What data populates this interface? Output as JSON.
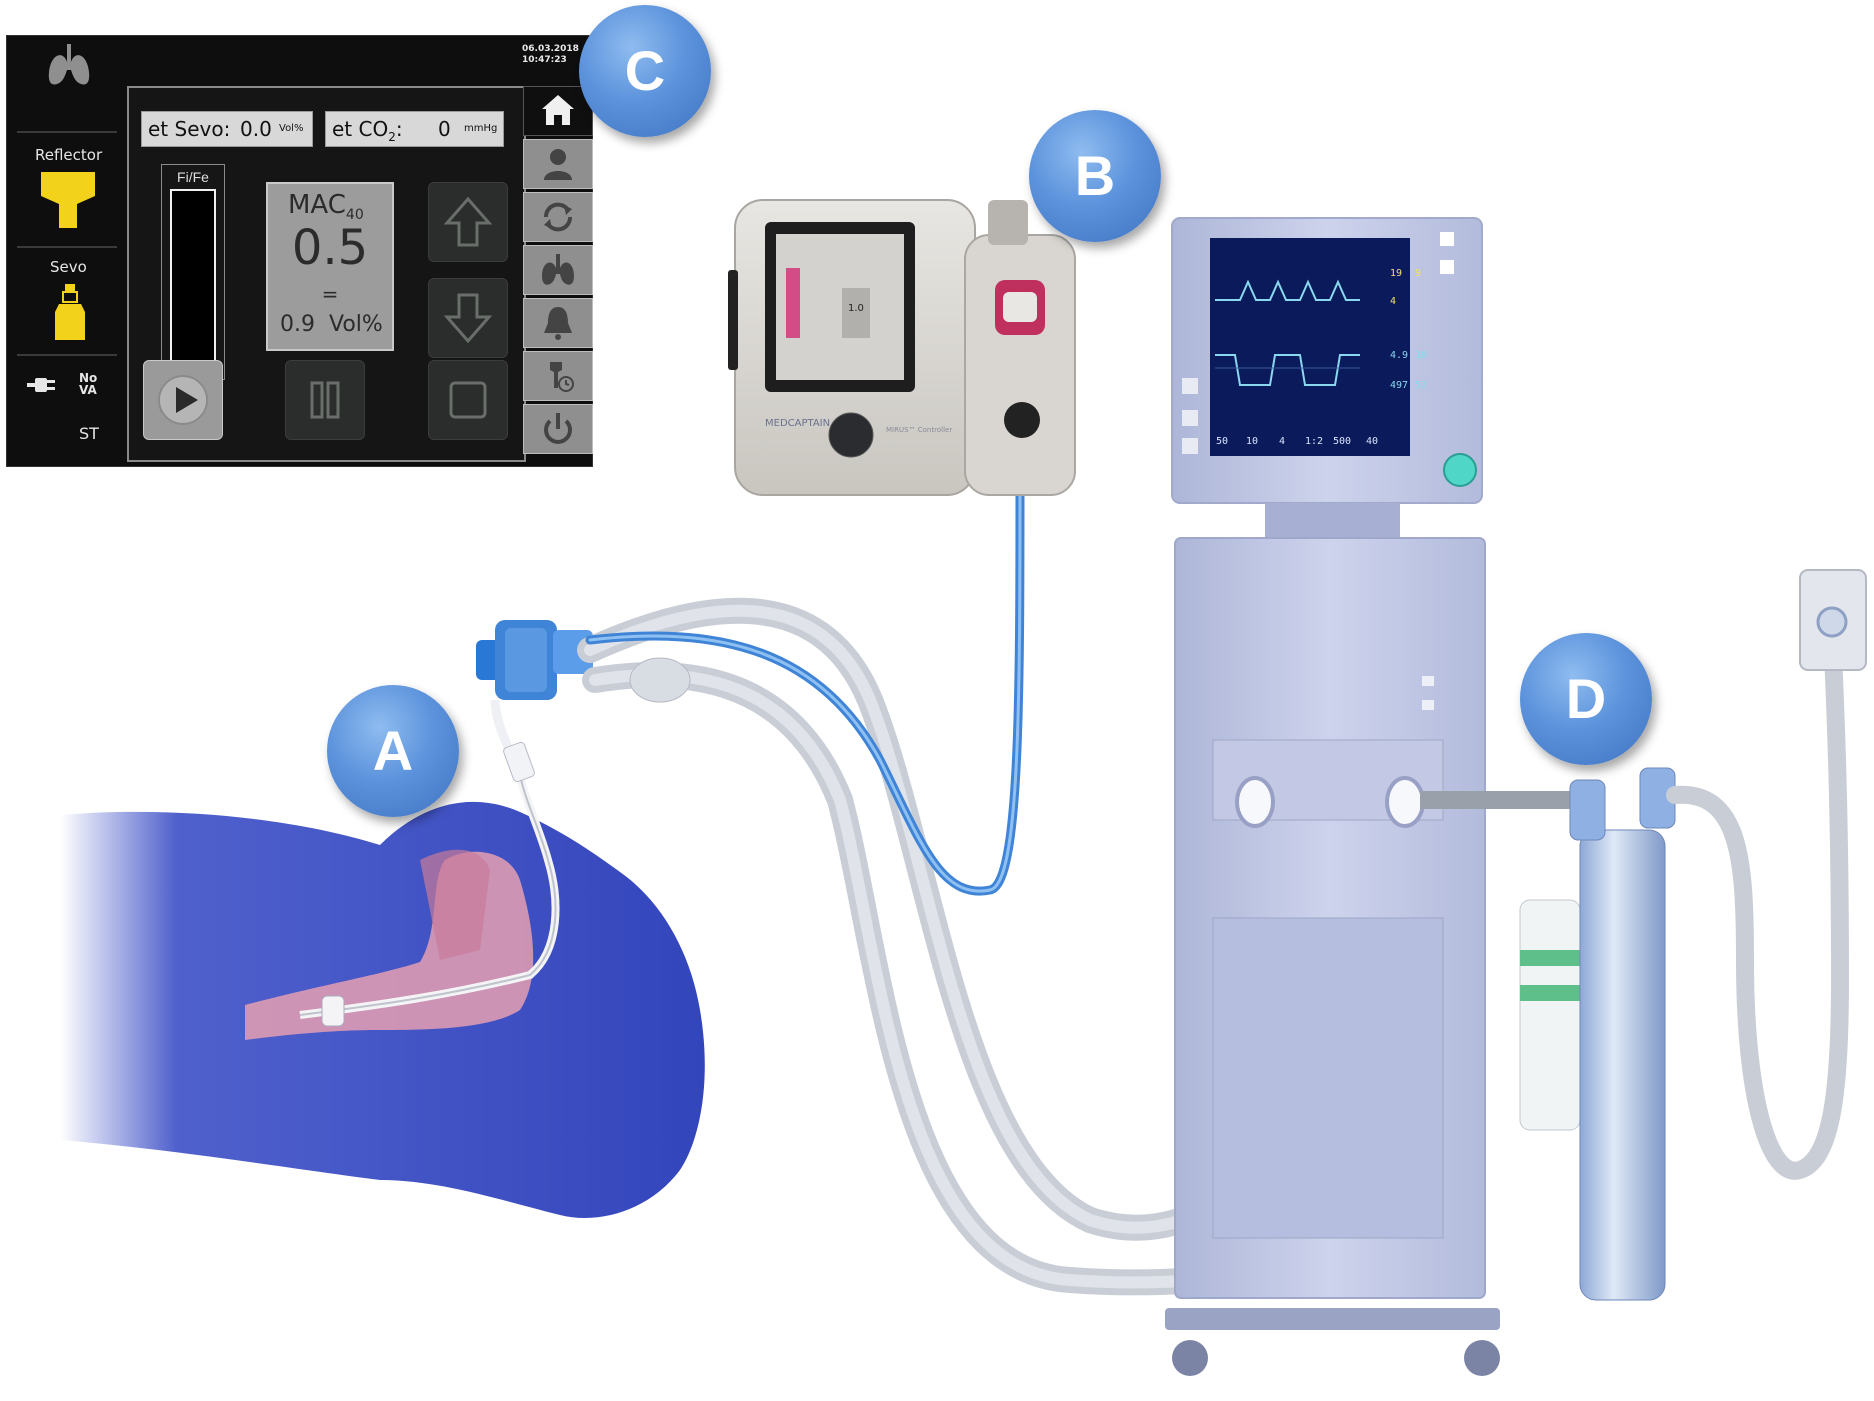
{
  "badges": {
    "a": "A",
    "b": "B",
    "c": "C",
    "d": "D"
  },
  "screen": {
    "date": "06.03.2018",
    "time": "10:47:23",
    "reflector_label": "Reflector",
    "sevo_label": "Sevo",
    "nova_top": "No",
    "nova_bottom": "VA",
    "st_label": "ST",
    "et_sevo": {
      "label": "et Sevo:",
      "value": "0.0",
      "unit": "Vol%"
    },
    "et_co2": {
      "label": "et CO",
      "sub": "2",
      "colon": ":",
      "value": "0",
      "unit": "mmHg"
    },
    "fife_label": "Fi/Fe",
    "mac": {
      "label": "MAC",
      "sub": "40",
      "value": "0.5",
      "equals": "=",
      "vol_value": "0.9",
      "vol_unit": "Vol%"
    }
  },
  "controller": {
    "brand": "MEDCAPTAIN",
    "model": "MIRUS™ Controller",
    "display_value": "1.0"
  },
  "ventilator": {
    "side_values": [
      "19",
      "9",
      "4",
      "4.9",
      "10",
      "497",
      "52"
    ],
    "bottom_values": [
      "50",
      "10",
      "4",
      "1:2",
      "500",
      "40"
    ]
  },
  "colors": {
    "badge_blue": "#5c93dc",
    "reflector_yellow": "#f3d21b",
    "tube_blue": "#3f84d6",
    "tube_gray": "#c9ced6",
    "machine_blue": "#c7cde8",
    "head_blue": "#3c4fc7",
    "waveform_cyan": "#8ad8ef"
  }
}
